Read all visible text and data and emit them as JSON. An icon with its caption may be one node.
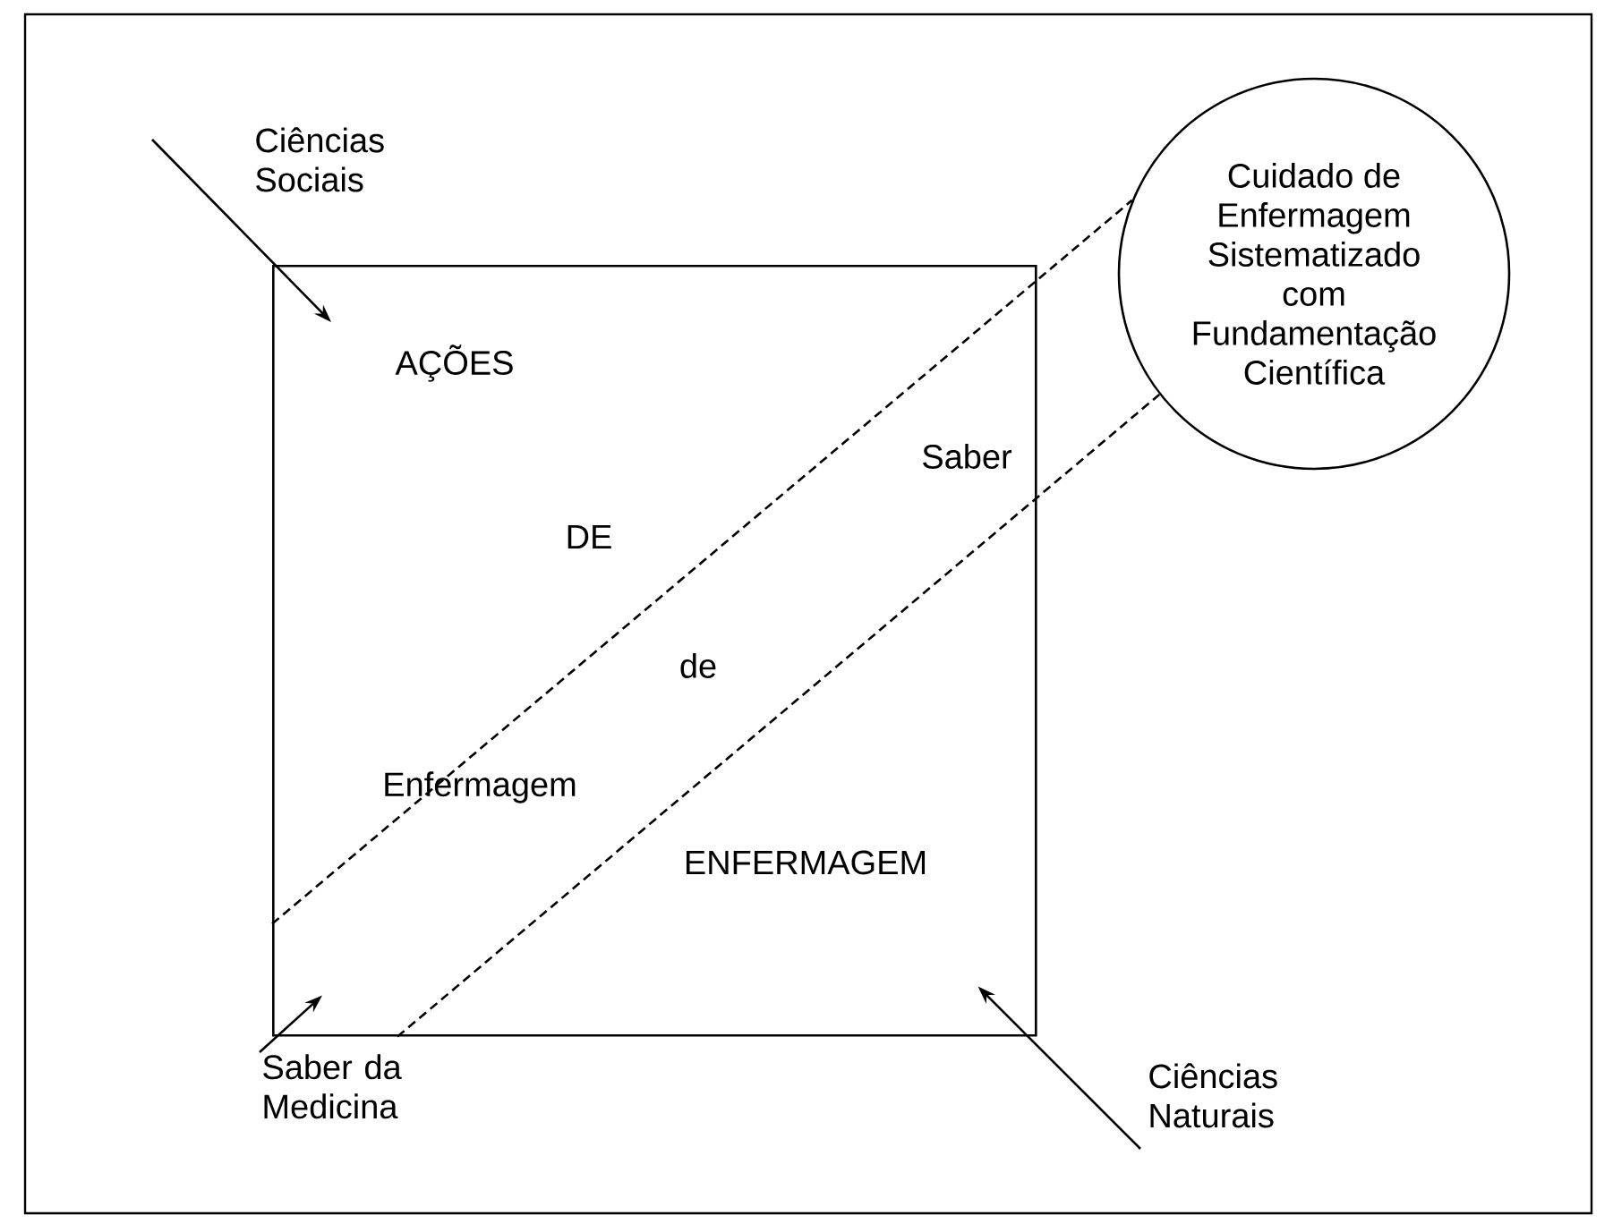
{
  "diagram": {
    "nodes": [
      {
        "text": [
          "Ciências Sociais"
        ]
      },
      {
        "text": [
          "Cuidado de Enfermagem Sistematizado com Fundamentação Científica"
        ]
      },
      {
        "text": [
          "AÇÕES",
          "Saber",
          "DE",
          "de",
          "Enfermagem",
          "ENFERMAGEM"
        ]
      },
      {
        "text": [
          "Saber da Medicina"
        ]
      },
      {
        "text": [
          "Ciências Naturais"
        ]
      }
    ],
    "edges": [
      {
        "from": 0,
        "to": 2,
        "arrow": "to"
      },
      {
        "from": 3,
        "to": 2,
        "arrow": "to"
      },
      {
        "from": 4,
        "to": 2,
        "arrow": "to"
      },
      {
        "from": 2,
        "to": 1,
        "arrow": "none",
        "style": "dashed"
      },
      {
        "from": 2,
        "to": 1,
        "arrow": "none",
        "style": "dashed"
      }
    ]
  }
}
